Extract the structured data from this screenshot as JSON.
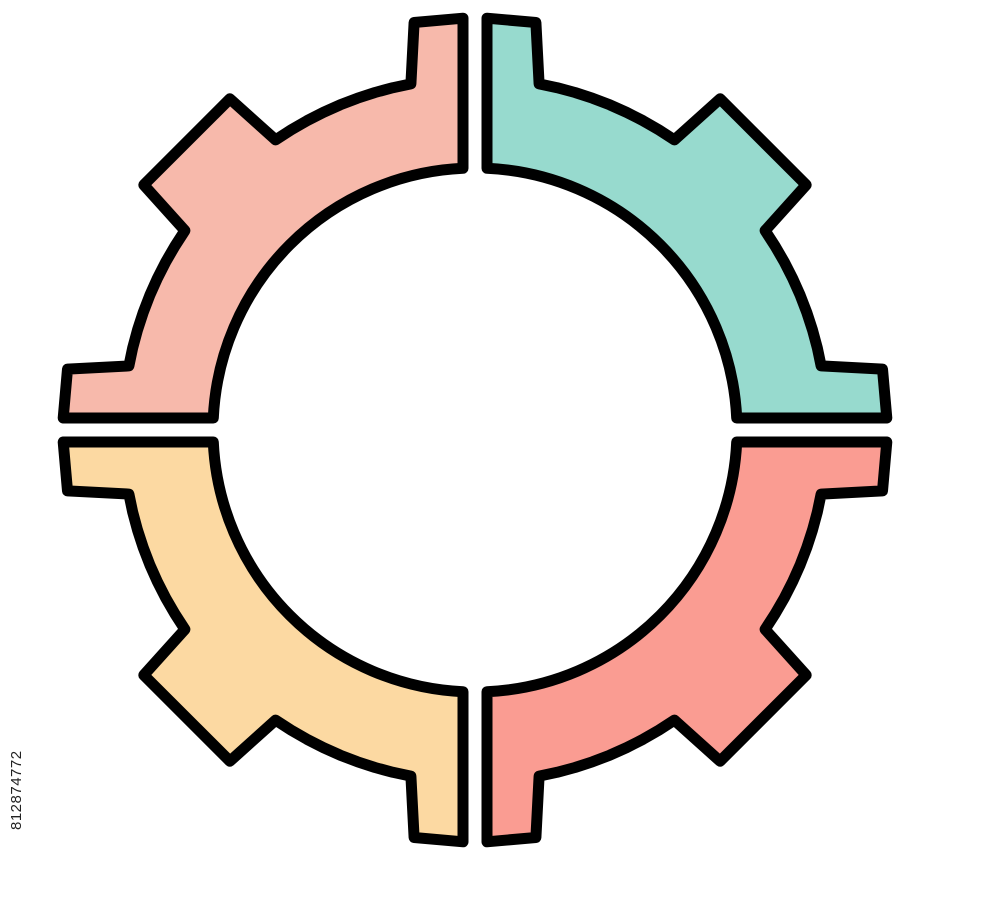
{
  "diagram": {
    "type": "segmented-gear",
    "segment_count": 4,
    "stroke_color": "#000000",
    "segments": [
      {
        "id": "top-left",
        "color": "#F7B9AB"
      },
      {
        "id": "top-right",
        "color": "#97DACE"
      },
      {
        "id": "bottom-left",
        "color": "#FCD9A2"
      },
      {
        "id": "bottom-right",
        "color": "#FA9C92"
      }
    ]
  },
  "stock_id": "812874772"
}
